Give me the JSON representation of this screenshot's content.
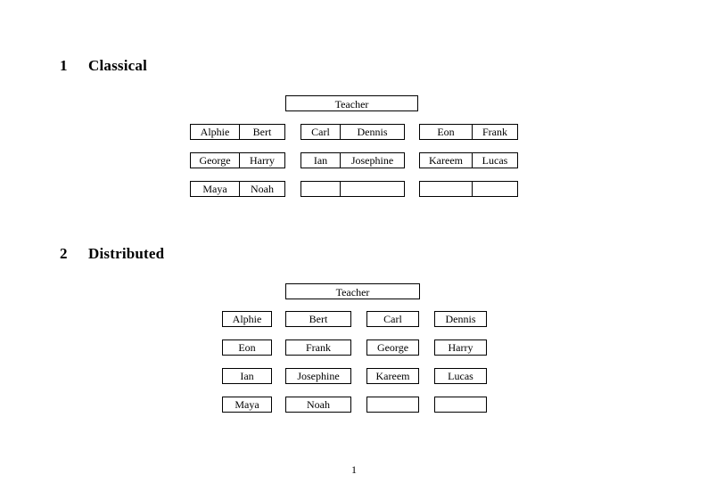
{
  "document": {
    "page_number": "1",
    "sections": [
      {
        "number": "1",
        "title": "Classical",
        "teacher_label": "Teacher",
        "layout": "grouped-pairs",
        "columns": [
          {
            "rows": [
              {
                "left": "Alphie",
                "right": "Bert"
              },
              {
                "left": "George",
                "right": "Harry"
              },
              {
                "left": "Maya",
                "right": "Noah"
              }
            ]
          },
          {
            "rows": [
              {
                "left": "Carl",
                "right": "Dennis"
              },
              {
                "left": "Ian",
                "right": "Josephine"
              },
              {
                "left": "",
                "right": ""
              }
            ]
          },
          {
            "rows": [
              {
                "left": "Eon",
                "right": "Frank"
              },
              {
                "left": "Kareem",
                "right": "Lucas"
              },
              {
                "left": "",
                "right": ""
              }
            ]
          }
        ]
      },
      {
        "number": "2",
        "title": "Distributed",
        "teacher_label": "Teacher",
        "layout": "single-cells",
        "rows": [
          [
            "Alphie",
            "Bert",
            "Carl",
            "Dennis"
          ],
          [
            "Eon",
            "Frank",
            "George",
            "Harry"
          ],
          [
            "Ian",
            "Josephine",
            "Kareem",
            "Lucas"
          ],
          [
            "Maya",
            "Noah",
            "",
            ""
          ]
        ]
      }
    ]
  },
  "colors": {
    "page_background": "#ffffff",
    "text": "#000000",
    "border": "#000000"
  }
}
